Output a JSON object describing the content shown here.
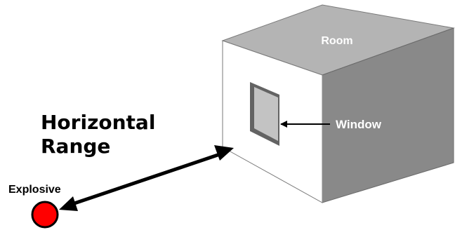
{
  "labels": {
    "room": "Room",
    "window": "Window",
    "range_line1": "Horizontal",
    "range_line2": "Range",
    "explosive": "Explosive"
  },
  "colors": {
    "background": "#ffffff",
    "room_front_face": "#ffffff",
    "room_top_face": "#b4b4b4",
    "room_side_face": "#898989",
    "room_edge_dark": "#6a6a6a",
    "window_frame": "#636363",
    "window_glass": "#c3c3c3",
    "room_label_text": "#ffffff",
    "window_label_text": "#ffffff",
    "explosive_fill": "#ff0000",
    "explosive_stroke": "#000000",
    "arrow": "#000000",
    "text": "#000000"
  }
}
